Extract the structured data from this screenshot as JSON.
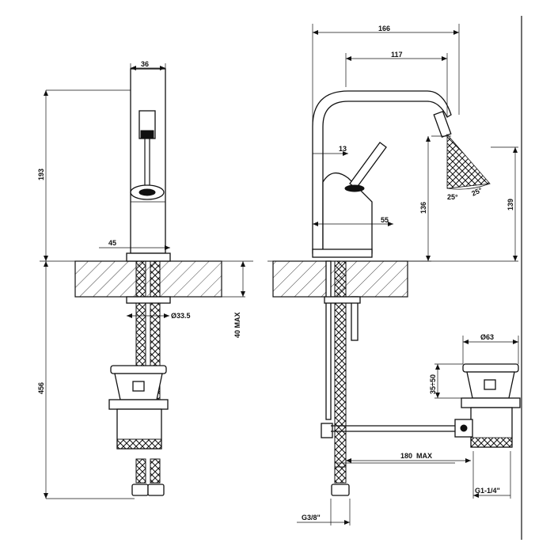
{
  "dimensions": {
    "front": {
      "width_top": "36",
      "height_spout": "193",
      "base_offset": "45",
      "hole_diameter": "Ø33.5",
      "deck_thickness": "40 MAX",
      "overall_height": "456"
    },
    "side": {
      "overall_width": "166",
      "spout_reach": "117",
      "body_depth": "13",
      "outlet_height": "136",
      "base_offset": "55",
      "total_height": "139",
      "angle_left": "25°",
      "angle_right": "25°"
    },
    "waste": {
      "diameter": "Ø63",
      "pop_up_height": "35÷50",
      "rod_length": "180  MAX",
      "outlet_thread": "G1-1/4\""
    },
    "supply_thread": "G3/8\""
  }
}
